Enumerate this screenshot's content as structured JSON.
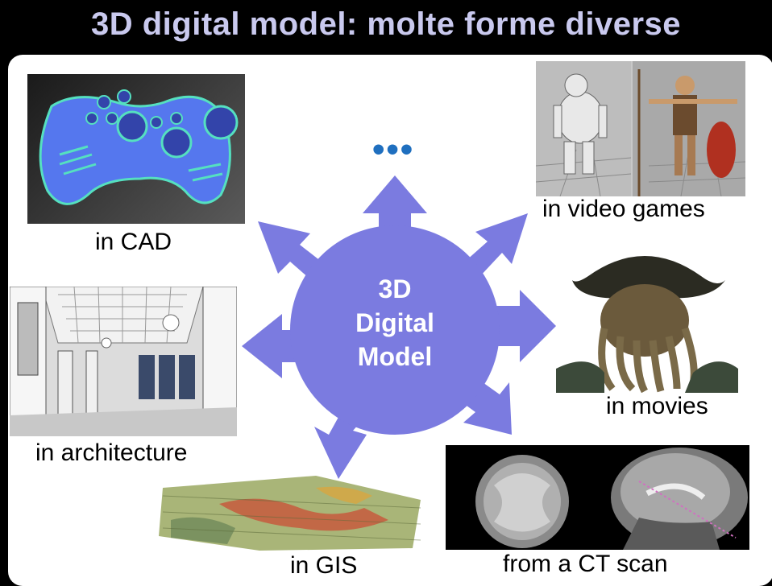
{
  "slide": {
    "title": "3D digital model: molte forme diverse",
    "center_label": [
      "3D",
      "Digital",
      "Model"
    ],
    "ellipsis": "•••",
    "captions": {
      "cad": "in CAD",
      "video_games": "in video games",
      "movies": "in movies",
      "architecture": "in architecture",
      "gis": "in GIS",
      "ct_scan": "from a CT scan"
    }
  },
  "colors": {
    "title_text": "#c9c9ee",
    "star": "#7b7be0",
    "star_text": "#ffffff",
    "ellipsis": "#1f6fbf"
  }
}
